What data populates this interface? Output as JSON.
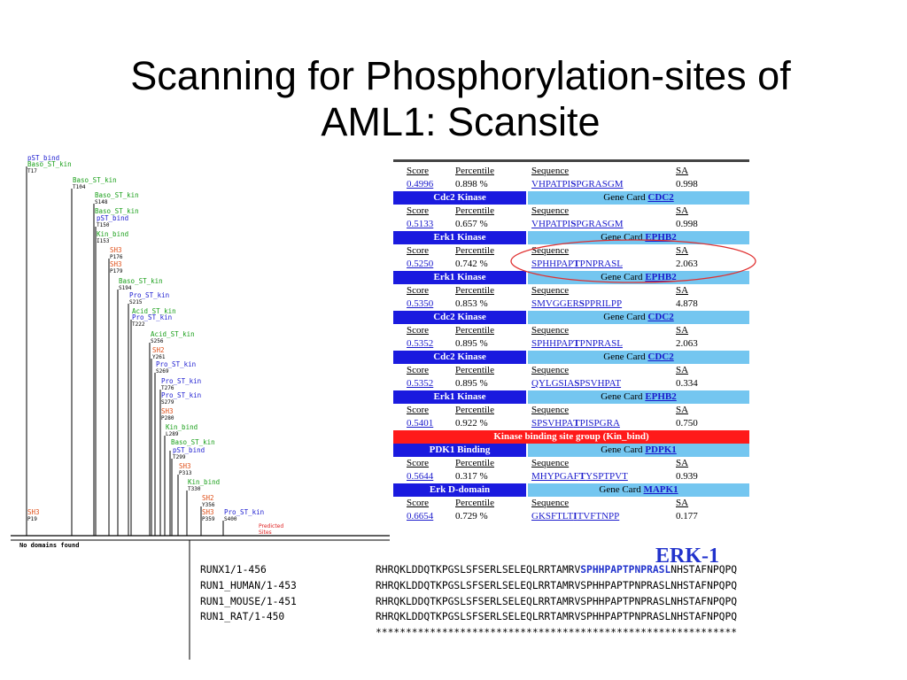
{
  "slide": {
    "title_line1": "Scanning for Phosphorylation-sites of",
    "title_line2": "AML1: Scansite"
  },
  "colors": {
    "kinase_bar": "#1a1adf",
    "gene_card_bar": "#74c6f0",
    "group_bar": "#ff1a1a",
    "link": "#1a1acc",
    "domain_green": "#1aa01a",
    "domain_blue": "#1a1ad0",
    "domain_orange": "#e0501a",
    "erk_label": "#2233cc"
  },
  "tree": {
    "items": [
      {
        "domain": "pST_bind",
        "site": "",
        "color": "blue"
      },
      {
        "domain": "Baso_ST_kin",
        "site": "T17",
        "color": "green"
      },
      {
        "domain": "Baso_ST_kin",
        "site": "T104",
        "color": "green"
      },
      {
        "domain": "Baso_ST_kin",
        "site": "S148",
        "color": "green"
      },
      {
        "domain": "Baso_ST_kin",
        "site": "",
        "color": "green"
      },
      {
        "domain": "pST_bind",
        "site": "T150",
        "color": "blue"
      },
      {
        "domain": "Kin_bind",
        "site": "I153",
        "color": "green"
      },
      {
        "domain": "SH3",
        "site": "P176",
        "color": "orange"
      },
      {
        "domain": "SH3",
        "site": "P179",
        "color": "orange"
      },
      {
        "domain": "Baso_ST_kin",
        "site": "S194",
        "color": "green"
      },
      {
        "domain": "Pro_ST_kin",
        "site": "S215",
        "color": "blue"
      },
      {
        "domain": "Acid_ST_kin",
        "site": "",
        "color": "green"
      },
      {
        "domain": "Pro_ST_kin",
        "site": "T222",
        "color": "blue"
      },
      {
        "domain": "Acid_ST_kin",
        "site": "S256",
        "color": "green"
      },
      {
        "domain": "SH2",
        "site": "Y261",
        "color": "orange"
      },
      {
        "domain": "Pro_ST_kin",
        "site": "S269",
        "color": "blue"
      },
      {
        "domain": "Pro_ST_kin",
        "site": "T276",
        "color": "blue"
      },
      {
        "domain": "Pro_ST_kin",
        "site": "S279",
        "color": "blue"
      },
      {
        "domain": "SH3",
        "site": "P280",
        "color": "orange"
      },
      {
        "domain": "Kin_bind",
        "site": "L289",
        "color": "green"
      },
      {
        "domain": "Baso_ST_kin",
        "site": "",
        "color": "green"
      },
      {
        "domain": "pST_bind",
        "site": "T299",
        "color": "blue"
      },
      {
        "domain": "SH3",
        "site": "P313",
        "color": "orange"
      },
      {
        "domain": "Kin_bind",
        "site": "T330",
        "color": "green"
      },
      {
        "domain": "SH2",
        "site": "Y356",
        "color": "orange"
      },
      {
        "domain": "SH3",
        "site": "P359",
        "color": "orange"
      },
      {
        "domain": "Pro_ST_kin",
        "site": "S400",
        "color": "blue"
      },
      {
        "domain": "SH3",
        "site": "P19",
        "color": "orange"
      }
    ],
    "no_domains": "No domains found",
    "predicted_line1": "Predicted",
    "predicted_line2": "Sites"
  },
  "scansite_table": {
    "col_score": "Score",
    "col_percentile": "Percentile",
    "col_sequence": "Sequence",
    "col_sa": "SA",
    "gene_card_label": "Gene Card",
    "group_label": "Kinase binding site group (Kin_bind)",
    "rows": [
      {
        "kinase": "",
        "gene": "",
        "score": "0.4996",
        "percentile": "0.898 %",
        "seq_pre": "VHPATPI",
        "seq_site": "S",
        "seq_post": "PGRASGM",
        "sa": "0.998"
      },
      {
        "kinase": "Cdc2 Kinase",
        "gene": "CDC2",
        "score": "0.5133",
        "percentile": "0.657 %",
        "seq_pre": "VHPATPI",
        "seq_site": "S",
        "seq_post": "PGRASGM",
        "sa": "0.998"
      },
      {
        "kinase": "Erk1 Kinase",
        "gene": "EPHB2",
        "score": "0.5250",
        "percentile": "0.742 %",
        "seq_pre": "SPHHPAP",
        "seq_site": "T",
        "seq_post": "PNPRASL",
        "sa": "2.063"
      },
      {
        "kinase": "Erk1 Kinase",
        "gene": "EPHB2",
        "score": "0.5350",
        "percentile": "0.853 %",
        "seq_pre": "SMVGGER",
        "seq_site": "S",
        "seq_post": "PPRILPP",
        "sa": "4.878"
      },
      {
        "kinase": "Cdc2 Kinase",
        "gene": "CDC2",
        "score": "0.5352",
        "percentile": "0.895 %",
        "seq_pre": "SPHHPAP",
        "seq_site": "T",
        "seq_post": "PNPRASL",
        "sa": "2.063"
      },
      {
        "kinase": "Cdc2 Kinase",
        "gene": "CDC2",
        "score": "0.5352",
        "percentile": "0.895 %",
        "seq_pre": "QYLGSIA",
        "seq_site": "S",
        "seq_post": "PSVHPAT",
        "sa": "0.334"
      },
      {
        "kinase": "Erk1 Kinase",
        "gene": "EPHB2",
        "score": "0.5401",
        "percentile": "0.922 %",
        "seq_pre": "SPSVHPA",
        "seq_site": "T",
        "seq_post": "PISPGRA",
        "sa": "0.750"
      }
    ],
    "group_rows": [
      {
        "kinase": "PDK1 Binding",
        "gene": "PDPK1",
        "score": "0.5644",
        "percentile": "0.317 %",
        "seq_pre": "MHYPGAF",
        "seq_site": "T",
        "seq_post": "YSPTPVT",
        "sa": "0.939"
      },
      {
        "kinase": "Erk D-domain",
        "gene": "MAPK1",
        "score": "0.6654",
        "percentile": "0.729 %",
        "seq_pre": "GKSFTLT",
        "seq_site": "I",
        "seq_post": "TVFTNPP",
        "sa": "0.177"
      }
    ]
  },
  "alignment": {
    "motif_label": "ERK-1",
    "rows": [
      {
        "name": "RUNX1/1-456",
        "pre": "RHRQKLDDQTKPGSLSFSERLSELEQLRRTAMRV",
        "motif": "SPHHPAPTPNPRASL",
        "post": "NHSTAFNPQPQ"
      },
      {
        "name": "RUN1_HUMAN/1-453",
        "pre": "RHRQKLDDQTKPGSLSFSERLSELEQLRRTAMRVSPHHPAPTPNPRASLNHSTAFNPQPQ",
        "motif": "",
        "post": ""
      },
      {
        "name": "RUN1_MOUSE/1-451",
        "pre": "RHRQKLDDQTKPGSLSFSERLSELEQLRRTAMRVSPHHPAPTPNPRASLNHSTAFNPQPQ",
        "motif": "",
        "post": ""
      },
      {
        "name": "RUN1_RAT/1-450",
        "pre": "RHRQKLDDQTKPGSLSFSERLSELEQLRRTAMRVSPHHPAPTPNPRASLNHSTAFNPQPQ",
        "motif": "",
        "post": ""
      }
    ],
    "consensus": "************************************************************"
  }
}
